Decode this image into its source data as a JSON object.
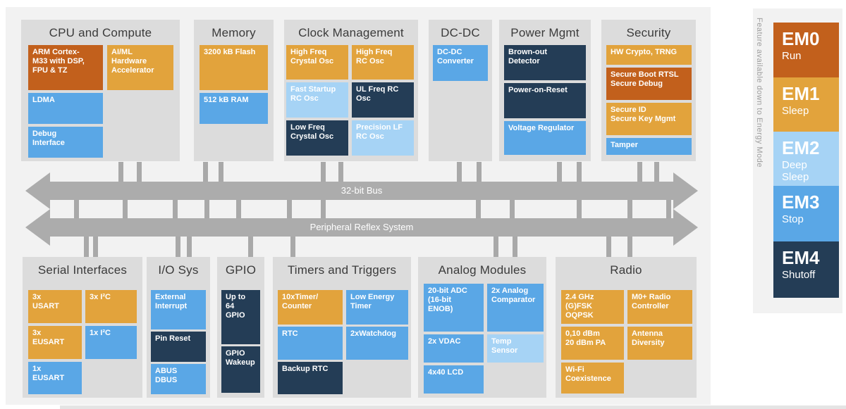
{
  "colors": {
    "orange": "#E2A33C",
    "rust": "#C2601C",
    "blue": "#5AA7E6",
    "lightblue": "#A6D3F5",
    "navy": "#243D56",
    "bus": "#ACACAC"
  },
  "buses": {
    "bus32": "32-bit Bus",
    "prs": "Peripheral Reflex System"
  },
  "em": {
    "side_label": "Feature available down to Energy Mode",
    "modes": {
      "em0": {
        "name": "EM0",
        "sub": "Run",
        "color": "rust"
      },
      "em1": {
        "name": "EM1",
        "sub": "Sleep",
        "color": "orange"
      },
      "em2": {
        "name": "EM2",
        "sub": "Deep\nSleep",
        "color": "lightblue"
      },
      "em3": {
        "name": "EM3",
        "sub": "Stop",
        "color": "blue"
      },
      "em4": {
        "name": "EM4",
        "sub": "Shutoff",
        "color": "navy"
      }
    }
  },
  "panels": {
    "cpu": {
      "title": "CPU and Compute",
      "blocks": {
        "arm": {
          "label": "ARM Cortex-\nM33 with DSP,\nFPU & TZ",
          "color": "rust"
        },
        "aiml": {
          "label": "AI/ML\nHardware\nAccelerator",
          "color": "orange"
        },
        "ldma": {
          "label": "LDMA",
          "color": "blue"
        },
        "debug": {
          "label": "Debug\nInterface",
          "color": "blue"
        }
      }
    },
    "memory": {
      "title": "Memory",
      "blocks": {
        "flash": {
          "label": "3200 kB Flash",
          "color": "orange"
        },
        "ram": {
          "label": "512 kB RAM",
          "color": "blue"
        }
      }
    },
    "clock": {
      "title": "Clock Management",
      "blocks": {
        "hfxo": {
          "label": "High Freq\nCrystal Osc",
          "color": "orange"
        },
        "hfrco": {
          "label": "High Freq\nRC Osc",
          "color": "orange"
        },
        "fsrco": {
          "label": "Fast Startup\nRC Osc",
          "color": "lightblue"
        },
        "ulfrco": {
          "label": "UL Freq RC\nOsc",
          "color": "navy"
        },
        "lfxo": {
          "label": "Low Freq\nCrystal Osc",
          "color": "navy"
        },
        "plfrco": {
          "label": "Precision LF\nRC Osc",
          "color": "lightblue"
        }
      }
    },
    "dcdc": {
      "title": "DC-DC",
      "blocks": {
        "conv": {
          "label": "DC-DC\nConverter",
          "color": "blue"
        }
      }
    },
    "power": {
      "title": "Power Mgmt",
      "blocks": {
        "bod": {
          "label": "Brown-out\nDetector",
          "color": "navy"
        },
        "por": {
          "label": "Power-on-Reset",
          "color": "navy"
        },
        "vreg": {
          "label": "Voltage Regulator",
          "color": "blue"
        }
      }
    },
    "security": {
      "title": "Security",
      "blocks": {
        "crypto": {
          "label": "HW Crypto, TRNG",
          "color": "orange"
        },
        "boot": {
          "label": "Secure Boot RTSL\nSecure Debug",
          "color": "rust"
        },
        "sid": {
          "label": "Secure ID\nSecure Key Mgmt",
          "color": "orange"
        },
        "tamper": {
          "label": "Tamper",
          "color": "blue"
        }
      }
    },
    "serial": {
      "title": "Serial Interfaces",
      "blocks": {
        "usart3": {
          "label": "3x\nUSART",
          "color": "orange"
        },
        "i2c3": {
          "label": "3x I²C",
          "color": "orange"
        },
        "eusart3": {
          "label": "3x\nEUSART",
          "color": "orange"
        },
        "i2c1": {
          "label": "1x I²C",
          "color": "blue"
        },
        "eusart1": {
          "label": "1x\nEUSART",
          "color": "blue"
        }
      }
    },
    "iosys": {
      "title": "I/O Sys",
      "blocks": {
        "extint": {
          "label": "External\nInterrupt",
          "color": "blue"
        },
        "pinreset": {
          "label": "Pin Reset",
          "color": "navy"
        },
        "abus": {
          "label": "ABUS\nDBUS",
          "color": "blue"
        }
      }
    },
    "gpio": {
      "title": "GPIO",
      "blocks": {
        "gpio64": {
          "label": "Up to\n64\nGPIO",
          "color": "navy"
        },
        "wakeup": {
          "label": "GPIO\nWakeup",
          "color": "navy"
        }
      }
    },
    "timers": {
      "title": "Timers and Triggers",
      "blocks": {
        "timer10": {
          "label": "10xTimer/\nCounter",
          "color": "orange"
        },
        "letimer": {
          "label": "Low Energy\nTimer",
          "color": "blue"
        },
        "rtc": {
          "label": "RTC",
          "color": "blue"
        },
        "wdog": {
          "label": "2xWatchdog",
          "color": "blue"
        },
        "burtc": {
          "label": "Backup RTC",
          "color": "navy"
        }
      }
    },
    "analog": {
      "title": "Analog Modules",
      "blocks": {
        "adc": {
          "label": "20-bit ADC\n(16-bit\nENOB)",
          "color": "blue"
        },
        "acmp": {
          "label": "2x Analog\nComparator",
          "color": "blue"
        },
        "vdac": {
          "label": "2x VDAC",
          "color": "blue"
        },
        "temp": {
          "label": "Temp\nSensor",
          "color": "lightblue"
        },
        "lcd": {
          "label": "4x40 LCD",
          "color": "blue"
        }
      }
    },
    "radio": {
      "title": "Radio",
      "blocks": {
        "rf": {
          "label": "2.4 GHz\n(G)FSK\nOQPSK",
          "color": "orange"
        },
        "m0": {
          "label": "M0+ Radio\nController",
          "color": "orange"
        },
        "pa": {
          "label": "0,10 dBm\n20 dBm PA",
          "color": "orange"
        },
        "ant": {
          "label": "Antenna\nDiversity",
          "color": "orange"
        },
        "wifi": {
          "label": "Wi-Fi\nCoexistence",
          "color": "orange"
        }
      }
    }
  }
}
